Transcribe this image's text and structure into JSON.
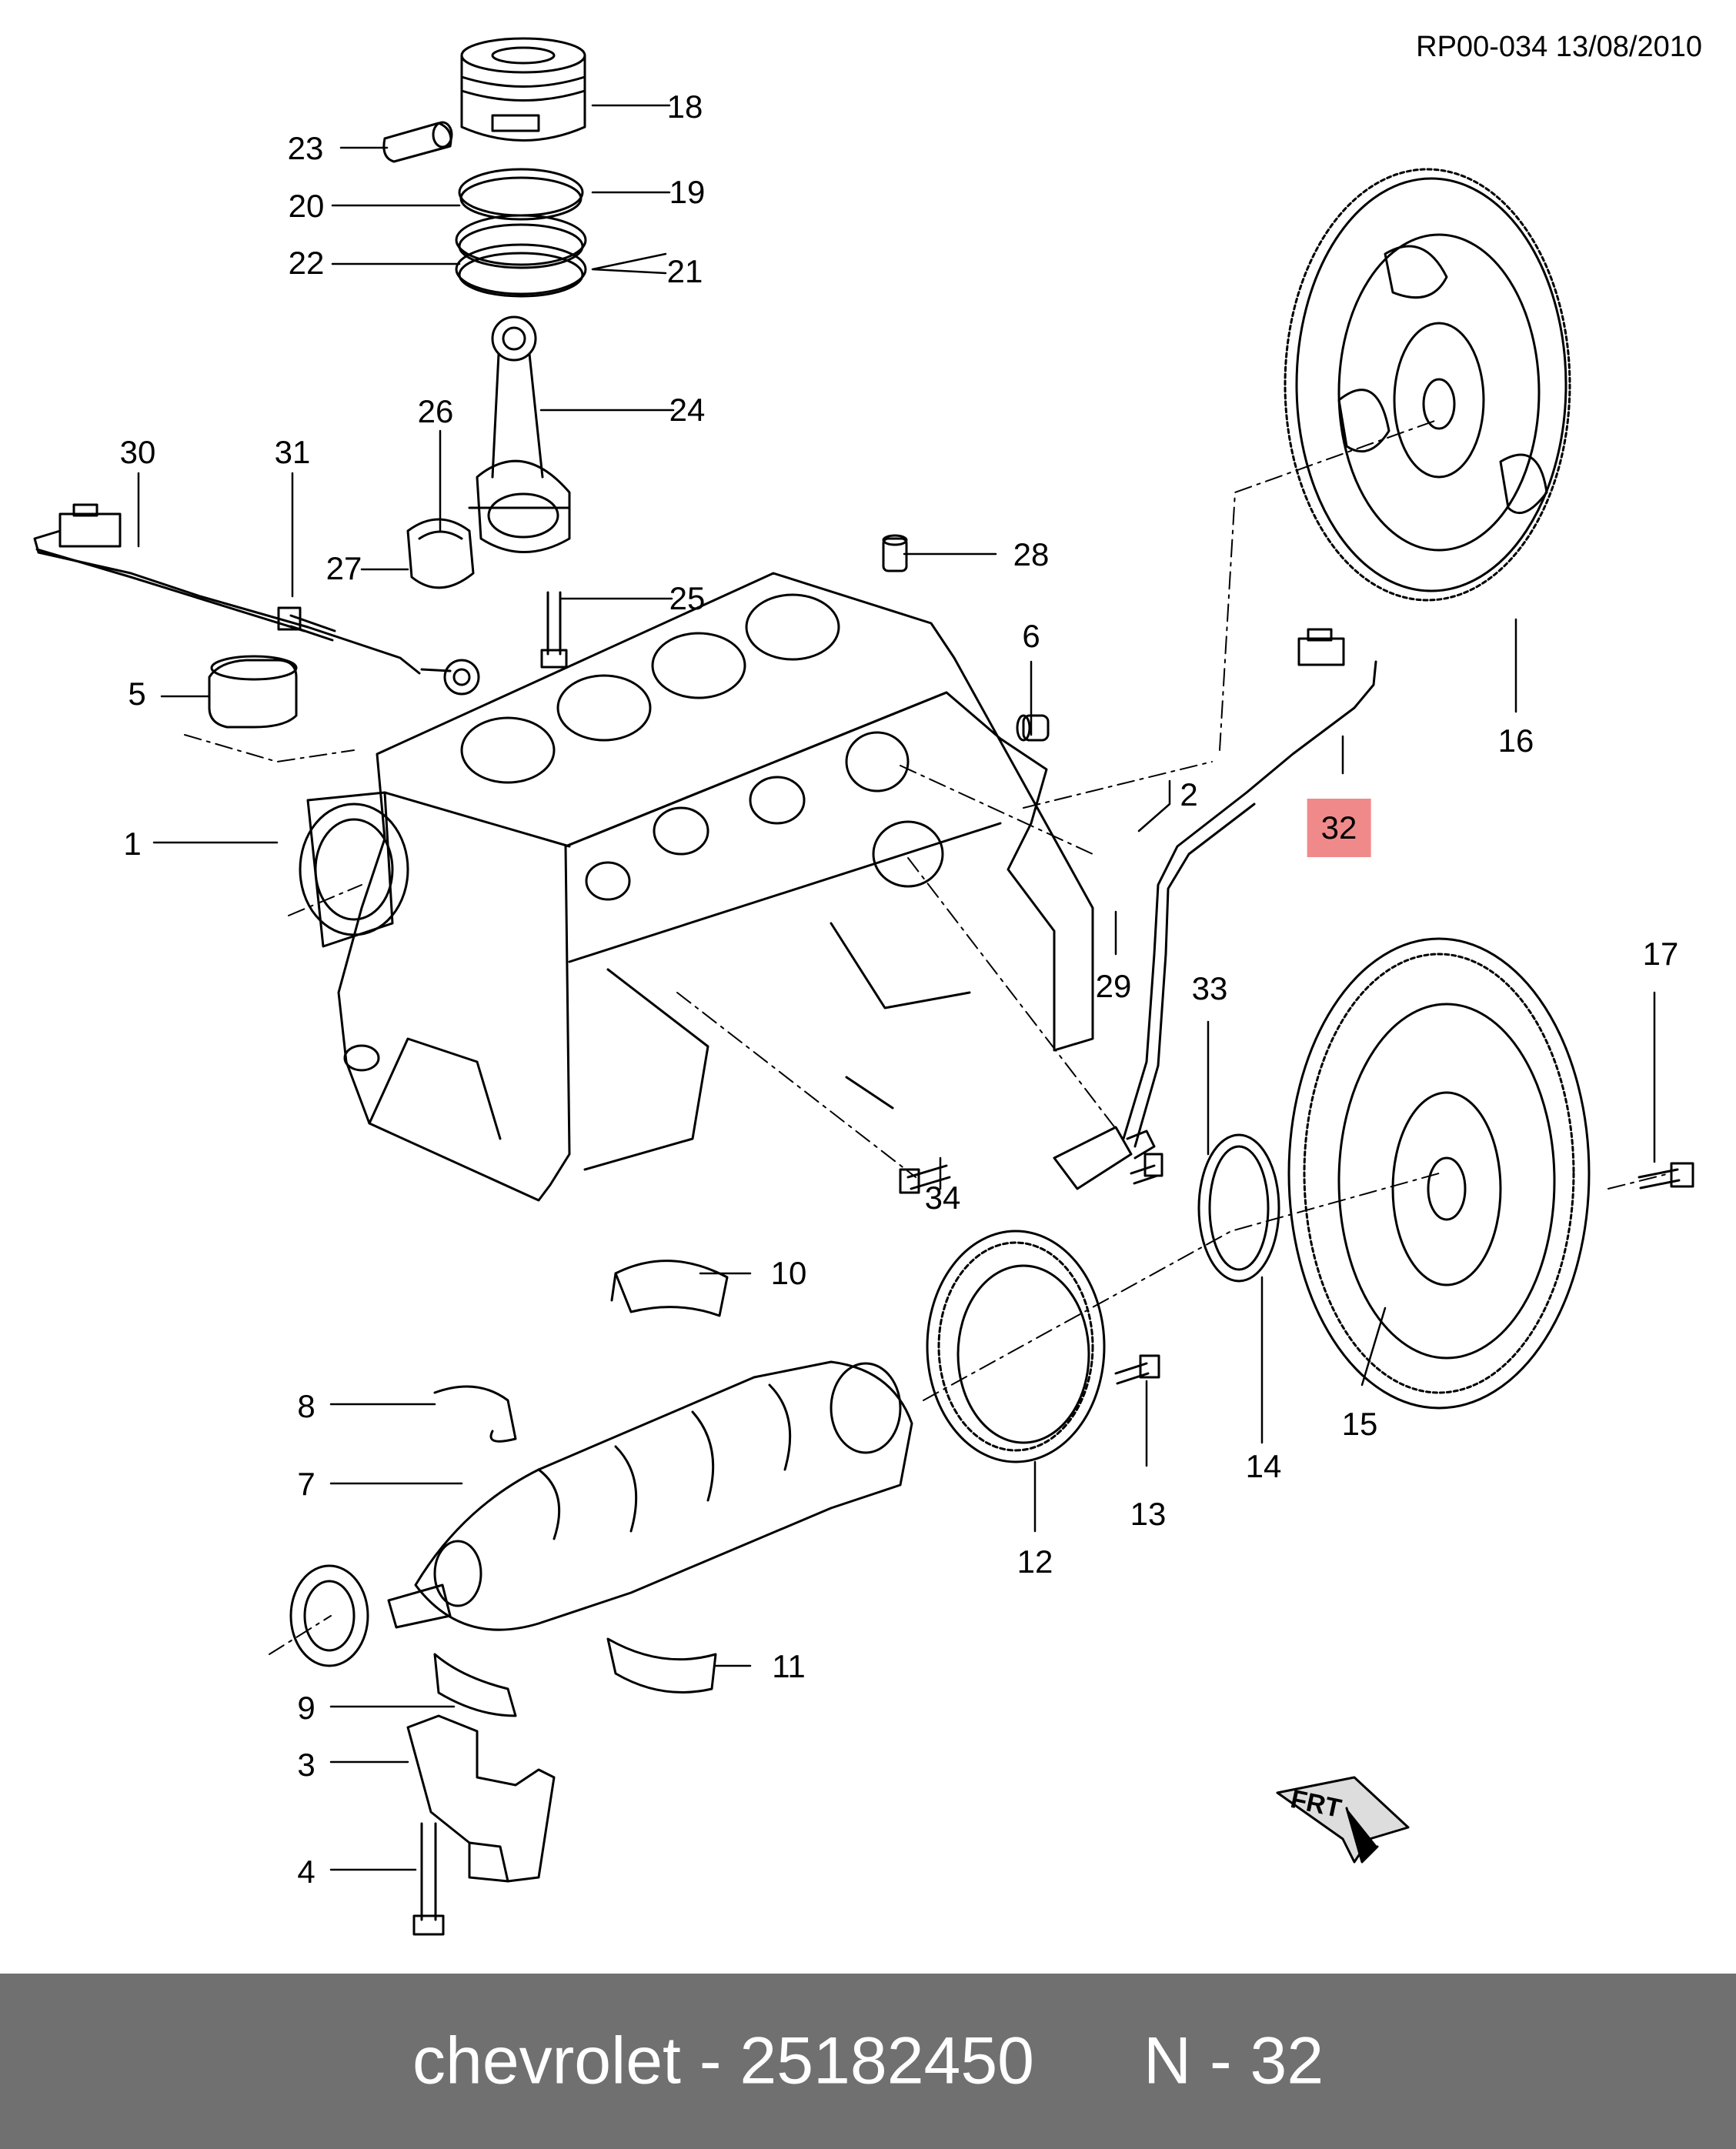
{
  "doc_ref": "RP00-034 13/08/2010",
  "callouts": [
    {
      "id": "c18",
      "label": "18"
    },
    {
      "id": "c23",
      "label": "23"
    },
    {
      "id": "c19",
      "label": "19"
    },
    {
      "id": "c20",
      "label": "20"
    },
    {
      "id": "c22",
      "label": "22"
    },
    {
      "id": "c21",
      "label": "21"
    },
    {
      "id": "c24",
      "label": "24"
    },
    {
      "id": "c26",
      "label": "26"
    },
    {
      "id": "c30",
      "label": "30"
    },
    {
      "id": "c31",
      "label": "31"
    },
    {
      "id": "c27",
      "label": "27"
    },
    {
      "id": "c28",
      "label": "28"
    },
    {
      "id": "c25",
      "label": "25"
    },
    {
      "id": "c6",
      "label": "6"
    },
    {
      "id": "c5",
      "label": "5"
    },
    {
      "id": "c16",
      "label": "16"
    },
    {
      "id": "c2",
      "label": "2"
    },
    {
      "id": "c32",
      "label": "32",
      "highlighted": true
    },
    {
      "id": "c1",
      "label": "1"
    },
    {
      "id": "c29",
      "label": "29"
    },
    {
      "id": "c33",
      "label": "33"
    },
    {
      "id": "c17",
      "label": "17"
    },
    {
      "id": "c34",
      "label": "34"
    },
    {
      "id": "c10",
      "label": "10"
    },
    {
      "id": "c8",
      "label": "8"
    },
    {
      "id": "c7",
      "label": "7"
    },
    {
      "id": "c12",
      "label": "12"
    },
    {
      "id": "c13",
      "label": "13"
    },
    {
      "id": "c14",
      "label": "14"
    },
    {
      "id": "c15",
      "label": "15"
    },
    {
      "id": "c11",
      "label": "11"
    },
    {
      "id": "c9",
      "label": "9"
    },
    {
      "id": "c3",
      "label": "3"
    },
    {
      "id": "c4",
      "label": "4"
    }
  ],
  "frt_label": "FRT",
  "highlight_color": "#f08a8a",
  "footer": {
    "brand_part": "chevrolet - 25182450",
    "ref": "N - 32",
    "background": "#707070"
  }
}
